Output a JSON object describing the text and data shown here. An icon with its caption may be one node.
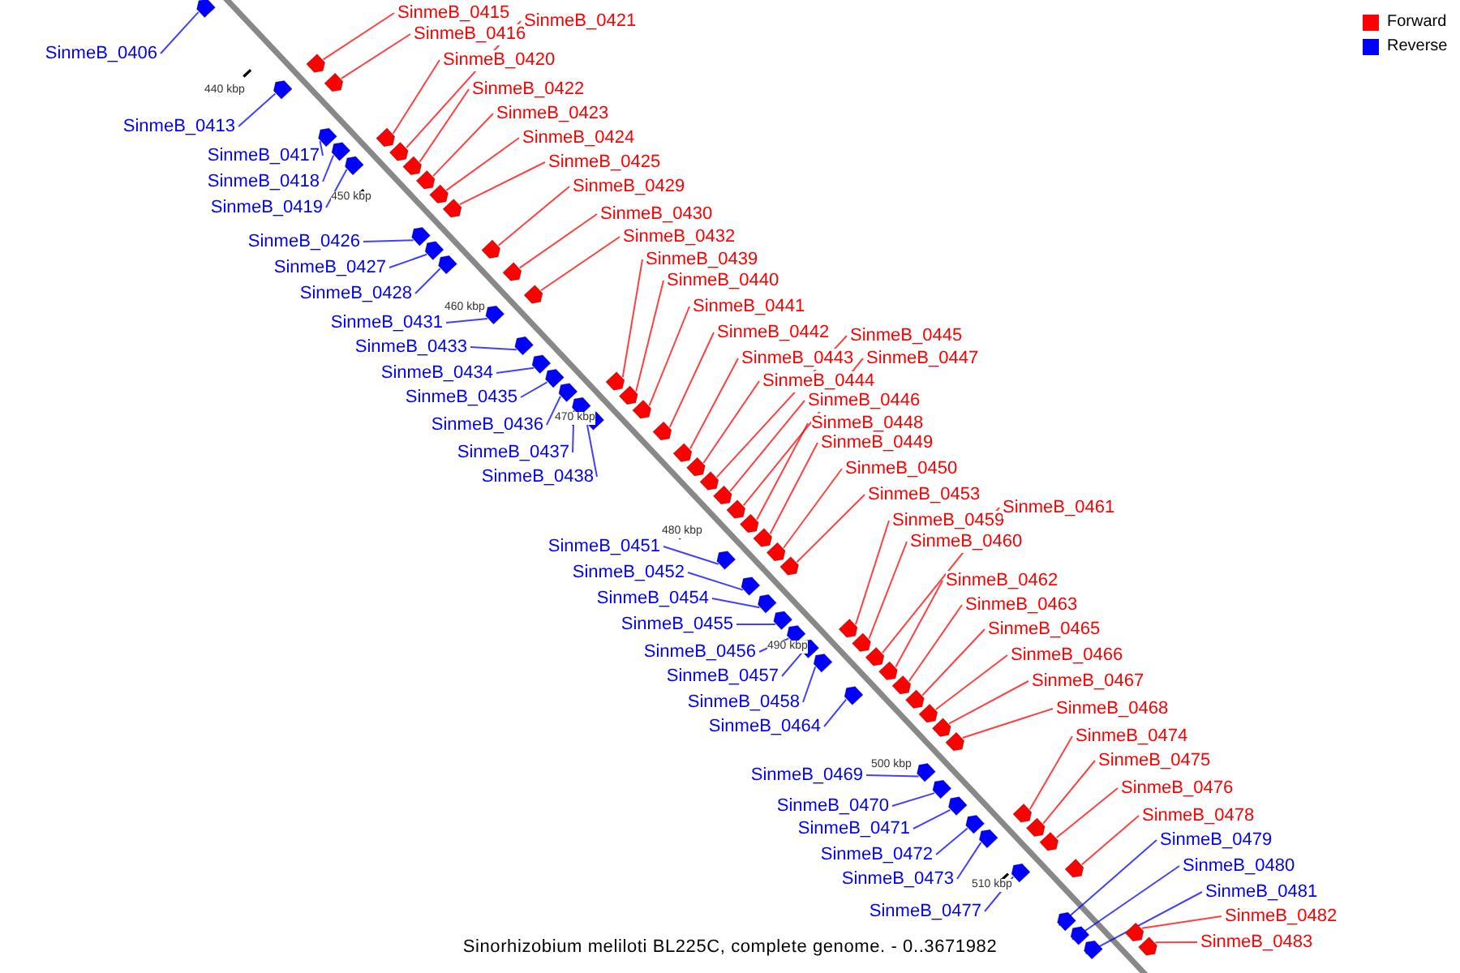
{
  "diagram": {
    "caption": "Sinorhizobium meliloti BL225C, complete genome. - 0..3671982",
    "nodes": [
      {
        "text": [
          "SinmeB_0406"
        ]
      },
      {
        "text": [
          "SinmeB_0413"
        ]
      },
      {
        "text": [
          "SinmeB_0415"
        ]
      },
      {
        "text": [
          "SinmeB_0416"
        ]
      },
      {
        "text": [
          "SinmeB_0417"
        ]
      },
      {
        "text": [
          "SinmeB_0418"
        ]
      },
      {
        "text": [
          "SinmeB_0419"
        ]
      },
      {
        "text": [
          "SinmeB_0420"
        ]
      },
      {
        "text": [
          "SinmeB_0421"
        ]
      },
      {
        "text": [
          "SinmeB_0422"
        ]
      },
      {
        "text": [
          "SinmeB_0423"
        ]
      },
      {
        "text": [
          "SinmeB_0424"
        ]
      },
      {
        "text": [
          "SinmeB_0425"
        ]
      },
      {
        "text": [
          "SinmeB_0426"
        ]
      },
      {
        "text": [
          "SinmeB_0427"
        ]
      },
      {
        "text": [
          "SinmeB_0428"
        ]
      },
      {
        "text": [
          "SinmeB_0429"
        ]
      },
      {
        "text": [
          "SinmeB_0430"
        ]
      },
      {
        "text": [
          "SinmeB_0431"
        ]
      },
      {
        "text": [
          "SinmeB_0432"
        ]
      },
      {
        "text": [
          "SinmeB_0433"
        ]
      },
      {
        "text": [
          "SinmeB_0434"
        ]
      },
      {
        "text": [
          "SinmeB_0435"
        ]
      },
      {
        "text": [
          "SinmeB_0436"
        ]
      },
      {
        "text": [
          "SinmeB_0437"
        ]
      },
      {
        "text": [
          "SinmeB_0438"
        ]
      },
      {
        "text": [
          "SinmeB_0439"
        ]
      },
      {
        "text": [
          "SinmeB_0440"
        ]
      },
      {
        "text": [
          "SinmeB_0441"
        ]
      },
      {
        "text": [
          "SinmeB_0442"
        ]
      },
      {
        "text": [
          "SinmeB_0443"
        ]
      },
      {
        "text": [
          "SinmeB_0444"
        ]
      },
      {
        "text": [
          "SinmeB_0445"
        ]
      },
      {
        "text": [
          "SinmeB_0446"
        ]
      },
      {
        "text": [
          "SinmeB_0447"
        ]
      },
      {
        "text": [
          "SinmeB_0448"
        ]
      },
      {
        "text": [
          "SinmeB_0449"
        ]
      },
      {
        "text": [
          "SinmeB_0450"
        ]
      },
      {
        "text": [
          "SinmeB_0451"
        ]
      },
      {
        "text": [
          "SinmeB_0452"
        ]
      },
      {
        "text": [
          "SinmeB_0453"
        ]
      },
      {
        "text": [
          "SinmeB_0454"
        ]
      },
      {
        "text": [
          "SinmeB_0455"
        ]
      },
      {
        "text": [
          "SinmeB_0456"
        ]
      },
      {
        "text": [
          "SinmeB_0457"
        ]
      },
      {
        "text": [
          "SinmeB_0458"
        ]
      },
      {
        "text": [
          "SinmeB_0459"
        ]
      },
      {
        "text": [
          "SinmeB_0460"
        ]
      },
      {
        "text": [
          "SinmeB_0461"
        ]
      },
      {
        "text": [
          "SinmeB_0462"
        ]
      },
      {
        "text": [
          "SinmeB_0463"
        ]
      },
      {
        "text": [
          "SinmeB_0464"
        ]
      },
      {
        "text": [
          "SinmeB_0465"
        ]
      },
      {
        "text": [
          "SinmeB_0466"
        ]
      },
      {
        "text": [
          "SinmeB_0467"
        ]
      },
      {
        "text": [
          "SinmeB_0468"
        ]
      },
      {
        "text": [
          "SinmeB_0469"
        ]
      },
      {
        "text": [
          "SinmeB_0470"
        ]
      },
      {
        "text": [
          "SinmeB_0471"
        ]
      },
      {
        "text": [
          "SinmeB_0472"
        ]
      },
      {
        "text": [
          "SinmeB_0473"
        ]
      },
      {
        "text": [
          "SinmeB_0474"
        ]
      },
      {
        "text": [
          "SinmeB_0475"
        ]
      },
      {
        "text": [
          "SinmeB_0476"
        ]
      },
      {
        "text": [
          "SinmeB_0477"
        ]
      },
      {
        "text": [
          "SinmeB_0478"
        ]
      },
      {
        "text": [
          "SinmeB_0479"
        ]
      },
      {
        "text": [
          "SinmeB_0480"
        ]
      },
      {
        "text": [
          "SinmeB_0481"
        ]
      },
      {
        "text": [
          "SinmeB_0482"
        ]
      },
      {
        "text": [
          "SinmeB_0483"
        ]
      },
      {
        "text": [],
        "shape": "arrow"
      },
      {
        "text": [],
        "shape": "arrow"
      },
      {
        "text": [],
        "shape": "arrow"
      },
      {
        "text": [],
        "shape": "arrow"
      },
      {
        "text": [],
        "shape": "arrow"
      },
      {
        "text": [],
        "shape": "arrow"
      },
      {
        "text": [],
        "shape": "arrow"
      },
      {
        "text": [],
        "shape": "arrow"
      },
      {
        "text": [],
        "shape": "arrow"
      },
      {
        "text": [],
        "shape": "arrow"
      },
      {
        "text": [],
        "shape": "arrow"
      },
      {
        "text": [],
        "shape": "arrow"
      },
      {
        "text": [],
        "shape": "arrow"
      },
      {
        "text": [],
        "shape": "arrow"
      },
      {
        "text": [],
        "shape": "arrow"
      },
      {
        "text": [],
        "shape": "arrow"
      },
      {
        "text": [],
        "shape": "arrow"
      },
      {
        "text": [],
        "shape": "arrow"
      },
      {
        "text": [],
        "shape": "arrow"
      },
      {
        "text": [],
        "shape": "arrow"
      },
      {
        "text": [],
        "shape": "arrow"
      },
      {
        "text": [],
        "shape": "arrow"
      },
      {
        "text": [],
        "shape": "arrow"
      },
      {
        "text": [],
        "shape": "arrow"
      },
      {
        "text": [],
        "shape": "arrow"
      },
      {
        "text": [],
        "shape": "arrow"
      },
      {
        "text": [],
        "shape": "arrow"
      },
      {
        "text": [],
        "shape": "arrow"
      },
      {
        "text": [],
        "shape": "arrow"
      },
      {
        "text": [],
        "shape": "arrow"
      },
      {
        "text": [],
        "shape": "arrow"
      },
      {
        "text": [],
        "shape": "arrow"
      },
      {
        "text": [],
        "shape": "arrow"
      },
      {
        "text": [],
        "shape": "arrow"
      },
      {
        "text": [],
        "shape": "arrow"
      },
      {
        "text": [],
        "shape": "arrow"
      },
      {
        "text": [],
        "shape": "arrow"
      },
      {
        "text": [],
        "shape": "arrow"
      },
      {
        "text": [],
        "shape": "arrow"
      },
      {
        "text": [],
        "shape": "arrow"
      },
      {
        "text": [],
        "shape": "arrow"
      },
      {
        "text": [],
        "shape": "arrow"
      },
      {
        "text": [],
        "shape": "arrow"
      },
      {
        "text": [],
        "shape": "arrow"
      },
      {
        "text": [],
        "shape": "arrow"
      },
      {
        "text": [],
        "shape": "arrow"
      },
      {
        "text": [],
        "shape": "arrow"
      },
      {
        "text": [],
        "shape": "arrow"
      },
      {
        "text": [],
        "shape": "arrow"
      },
      {
        "text": [],
        "shape": "arrow"
      },
      {
        "text": [],
        "shape": "arrow"
      },
      {
        "text": [],
        "shape": "arrow"
      },
      {
        "text": [],
        "shape": "arrow"
      },
      {
        "text": [],
        "shape": "arrow"
      },
      {
        "text": [],
        "shape": "arrow"
      },
      {
        "text": [],
        "shape": "arrow"
      },
      {
        "text": [],
        "shape": "arrow"
      },
      {
        "text": [],
        "shape": "arrow"
      },
      {
        "text": [],
        "shape": "arrow"
      },
      {
        "text": [],
        "shape": "arrow"
      },
      {
        "text": [],
        "shape": "arrow"
      },
      {
        "text": [],
        "shape": "arrow"
      },
      {
        "text": [],
        "shape": "arrow"
      },
      {
        "text": [],
        "shape": "arrow"
      },
      {
        "text": [],
        "shape": "arrow"
      },
      {
        "text": [],
        "shape": "arrow"
      },
      {
        "text": [],
        "shape": "arrow"
      },
      {
        "text": [],
        "shape": "arrow"
      },
      {
        "text": [],
        "shape": "arrow"
      },
      {
        "text": [],
        "shape": "arrow"
      },
      {
        "text": [],
        "shape": "arrow"
      }
    ],
    "edges": [
      {
        "from": 0,
        "to": 71,
        "arrow": "none",
        "color": "#0000ff"
      },
      {
        "from": 1,
        "to": 72,
        "arrow": "none",
        "color": "#0000ff"
      },
      {
        "from": 2,
        "to": 73,
        "arrow": "none"
      },
      {
        "from": 3,
        "to": 74,
        "arrow": "none"
      },
      {
        "from": 4,
        "to": 75,
        "arrow": "none",
        "color": "#0000ff"
      },
      {
        "from": 5,
        "to": 76,
        "arrow": "none",
        "color": "#0000ff"
      },
      {
        "from": 6,
        "to": 77,
        "arrow": "none",
        "color": "#0000ff"
      },
      {
        "from": 7,
        "to": 78,
        "arrow": "none"
      },
      {
        "from": 8,
        "to": 79,
        "arrow": "none"
      },
      {
        "from": 9,
        "to": 80,
        "arrow": "none"
      },
      {
        "from": 10,
        "to": 81,
        "arrow": "none"
      },
      {
        "from": 11,
        "to": 82,
        "arrow": "none"
      },
      {
        "from": 12,
        "to": 83,
        "arrow": "none"
      },
      {
        "from": 13,
        "to": 84,
        "arrow": "none",
        "color": "#0000ff"
      },
      {
        "from": 14,
        "to": 85,
        "arrow": "none",
        "color": "#0000ff"
      },
      {
        "from": 15,
        "to": 86,
        "arrow": "none",
        "color": "#0000ff"
      },
      {
        "from": 16,
        "to": 87,
        "arrow": "none"
      },
      {
        "from": 17,
        "to": 88,
        "arrow": "none"
      },
      {
        "from": 18,
        "to": 89,
        "arrow": "none",
        "color": "#0000ff"
      },
      {
        "from": 19,
        "to": 90,
        "arrow": "none"
      },
      {
        "from": 20,
        "to": 91,
        "arrow": "none",
        "color": "#0000ff"
      },
      {
        "from": 21,
        "to": 92,
        "arrow": "none",
        "color": "#0000ff"
      },
      {
        "from": 22,
        "to": 93,
        "arrow": "none",
        "color": "#0000ff"
      },
      {
        "from": 23,
        "to": 94,
        "arrow": "none",
        "color": "#0000ff"
      },
      {
        "from": 24,
        "to": 95,
        "arrow": "none",
        "color": "#0000ff"
      },
      {
        "from": 25,
        "to": 96,
        "arrow": "none",
        "color": "#0000ff"
      },
      {
        "from": 26,
        "to": 97,
        "arrow": "none"
      },
      {
        "from": 27,
        "to": 98,
        "arrow": "none"
      },
      {
        "from": 28,
        "to": 99,
        "arrow": "none"
      },
      {
        "from": 29,
        "to": 100,
        "arrow": "none"
      },
      {
        "from": 30,
        "to": 101,
        "arrow": "none"
      },
      {
        "from": 31,
        "to": 102,
        "arrow": "none"
      },
      {
        "from": 32,
        "to": 103,
        "arrow": "none"
      },
      {
        "from": 33,
        "to": 104,
        "arrow": "none"
      },
      {
        "from": 34,
        "to": 105,
        "arrow": "none"
      },
      {
        "from": 35,
        "to": 106,
        "arrow": "none"
      },
      {
        "from": 36,
        "to": 107,
        "arrow": "none"
      },
      {
        "from": 37,
        "to": 108,
        "arrow": "none"
      },
      {
        "from": 38,
        "to": 109,
        "arrow": "none",
        "color": "#0000ff"
      },
      {
        "from": 39,
        "to": 110,
        "arrow": "none",
        "color": "#0000ff"
      },
      {
        "from": 40,
        "to": 111,
        "arrow": "none"
      },
      {
        "from": 41,
        "to": 112,
        "arrow": "none",
        "color": "#0000ff"
      },
      {
        "from": 42,
        "to": 113,
        "arrow": "none",
        "color": "#0000ff"
      },
      {
        "from": 43,
        "to": 114,
        "arrow": "none",
        "color": "#0000ff"
      },
      {
        "from": 44,
        "to": 115,
        "arrow": "none",
        "color": "#0000ff"
      },
      {
        "from": 45,
        "to": 116,
        "arrow": "none",
        "color": "#0000ff"
      },
      {
        "from": 46,
        "to": 117,
        "arrow": "none"
      },
      {
        "from": 47,
        "to": 118,
        "arrow": "none"
      },
      {
        "from": 48,
        "to": 119,
        "arrow": "none"
      },
      {
        "from": 49,
        "to": 120,
        "arrow": "none"
      },
      {
        "from": 50,
        "to": 121,
        "arrow": "none"
      },
      {
        "from": 51,
        "to": 122,
        "arrow": "none",
        "color": "#0000ff"
      },
      {
        "from": 52,
        "to": 123,
        "arrow": "none"
      },
      {
        "from": 53,
        "to": 124,
        "arrow": "none"
      },
      {
        "from": 54,
        "to": 125,
        "arrow": "none"
      },
      {
        "from": 55,
        "to": 126,
        "arrow": "none"
      },
      {
        "from": 56,
        "to": 127,
        "arrow": "none",
        "color": "#0000ff"
      },
      {
        "from": 57,
        "to": 128,
        "arrow": "none",
        "color": "#0000ff"
      },
      {
        "from": 58,
        "to": 129,
        "arrow": "none",
        "color": "#0000ff"
      },
      {
        "from": 59,
        "to": 130,
        "arrow": "none",
        "color": "#0000ff"
      },
      {
        "from": 60,
        "to": 131,
        "arrow": "none",
        "color": "#0000ff"
      },
      {
        "from": 61,
        "to": 132,
        "arrow": "none"
      },
      {
        "from": 62,
        "to": 133,
        "arrow": "none"
      },
      {
        "from": 63,
        "to": 134,
        "arrow": "none"
      },
      {
        "from": 64,
        "to": 135,
        "arrow": "none",
        "color": "#0000ff"
      },
      {
        "from": 65,
        "to": 136,
        "arrow": "none"
      },
      {
        "from": 66,
        "to": 137,
        "arrow": "none",
        "color": "#0000ff"
      },
      {
        "from": 67,
        "to": 138,
        "arrow": "none",
        "color": "#0000ff"
      },
      {
        "from": 68,
        "to": 139,
        "arrow": "none",
        "color": "#0000ff"
      },
      {
        "from": 69,
        "to": 140,
        "arrow": "none"
      },
      {
        "from": 70,
        "to": 141,
        "arrow": "none"
      }
    ],
    "labels": [
      "440 kbp",
      "450 kbp",
      "460 kbp",
      "470 kbp",
      "480 kbp",
      "490 kbp",
      "500 kbp",
      "510 kbp"
    ],
    "legend": [
      {
        "text": "Forward",
        "color": "#ff0000"
      },
      {
        "text": "Reverse",
        "color": "#0000ff"
      }
    ]
  }
}
